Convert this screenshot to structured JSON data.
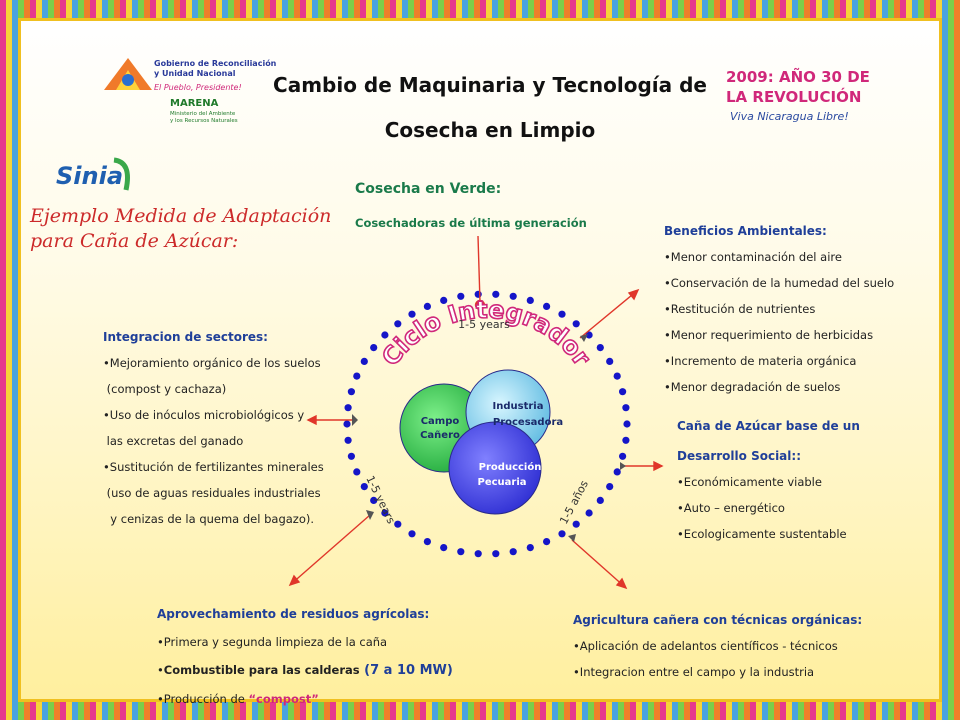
{
  "title_line1": "Cambio de Maquinaria y Tecnología de",
  "title_line2": "Cosecha en Limpio",
  "logos": {
    "gobierno": {
      "line1": "Gobierno de Reconciliación",
      "line2": "y Unidad Nacional",
      "slogan": "El Pueblo, Presidente!",
      "marena": "MARENA",
      "marena_sub1": "Ministerio del Ambiente",
      "marena_sub2": "y los Recursos Naturales"
    },
    "revolucion": {
      "line1": "2009: AÑO 30 DE",
      "line2": "LA REVOLUCIÓN",
      "slogan": "Viva Nicaragua Libre!"
    },
    "sinia": {
      "text": "Sinia"
    }
  },
  "subtitle": {
    "line1": "Ejemplo Medida de Adaptación",
    "line2": "para Caña de Azúcar:"
  },
  "cosecha": {
    "title": "Cosecha en Verde:",
    "sub": "Cosechadoras de última generación"
  },
  "cycle": {
    "title": "Ciclo Integrador",
    "label_top": "1-5 years",
    "label_left": "1-5 years",
    "label_right": "1-5 años",
    "circles": [
      {
        "label1": "Campo",
        "label2": "Cañero"
      },
      {
        "label1": "Industria",
        "label2": "Procesadora"
      },
      {
        "label1": "Producción",
        "label2": "Pecuaria"
      }
    ]
  },
  "beneficios": {
    "header": "Beneficios Ambientales:",
    "items": [
      "Menor contaminación del aire",
      "Conservación de la humedad del suelo",
      "Restitución de nutrientes",
      "Menor requerimiento de herbicidas",
      "Incremento de materia orgánica",
      "Menor degradación de suelos"
    ]
  },
  "integracion": {
    "header": "Integracion de sectores:",
    "lines": [
      "•Mejoramiento orgánico de los suelos",
      " (compost y cachaza)",
      "•Uso de inóculos microbiológicos y",
      " las excretas del ganado",
      "•Sustitución de fertilizantes minerales",
      " (uso de aguas residuales industriales",
      "  y cenizas de la quema del bagazo)."
    ]
  },
  "desarrollo": {
    "header1": "Caña de Azúcar base de un",
    "header2": "Desarrollo Social::",
    "items": [
      "Económicamente viable",
      "Auto – energético",
      "Ecologicamente sustentable"
    ]
  },
  "residuos": {
    "header": "Aprovechamiento de residuos agrícolas:",
    "item1": "Primera y segunda limpieza de la caña",
    "item2_bold": "Combustible para las calderas",
    "item2_val": " (7 a 10 MW)",
    "item3_pre": "Producción de ",
    "item3_val": "“compost”"
  },
  "agricultura": {
    "header": "Agricultura cañera con técnicas orgánicas:",
    "items": [
      "Aplicación de adelantos científicos - técnicos",
      "Integracion entre el campo y la industria"
    ]
  },
  "colors": {
    "dot": "#1515c8",
    "arrow": "#e0362a",
    "header_blue": "#1f3f99",
    "green": "#1a7a4a",
    "circle_green": "#3ec85a",
    "circle_blue": "#5a5ae8",
    "circle_light": "#8ed8e8"
  }
}
